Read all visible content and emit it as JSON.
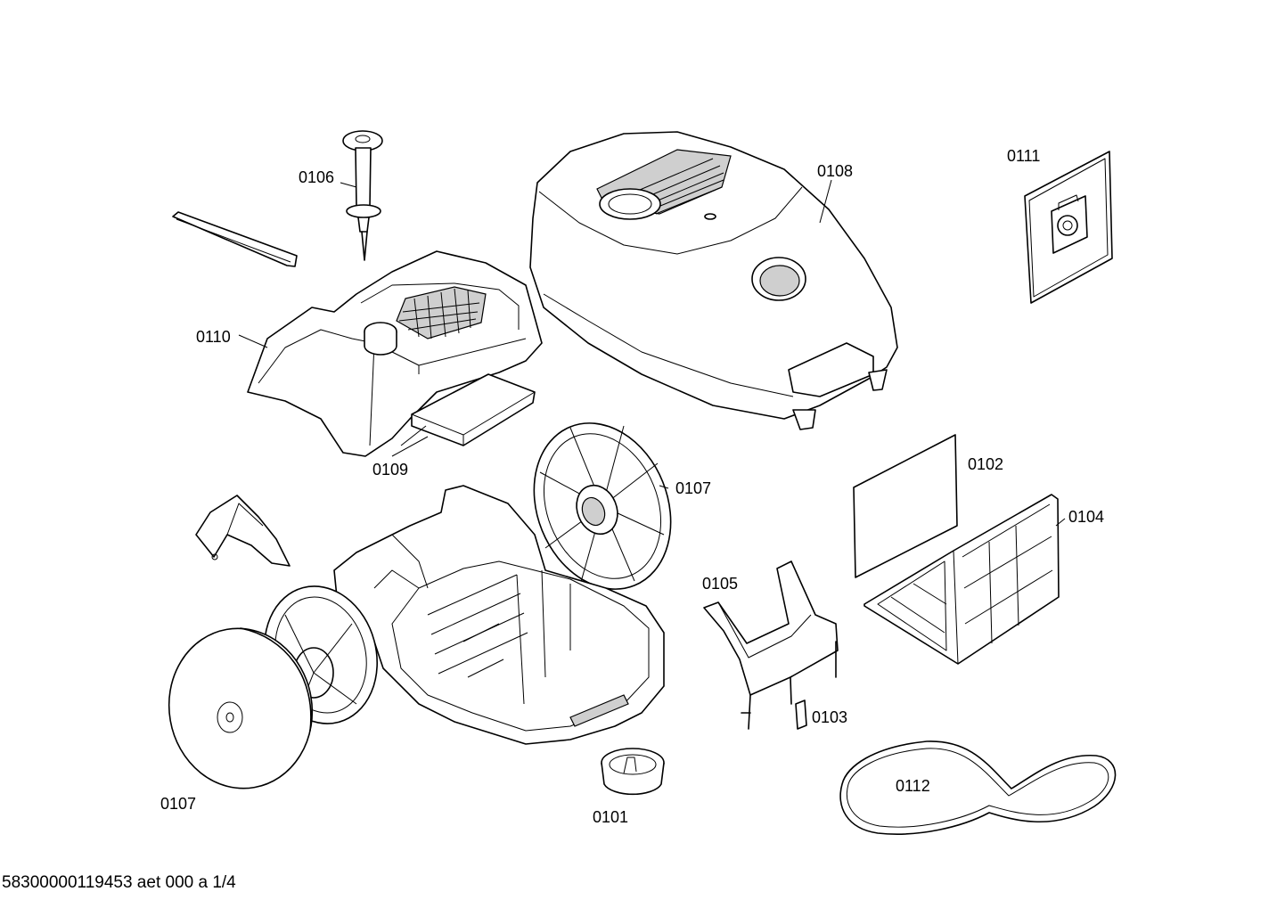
{
  "parts": [
    {
      "id": "0101",
      "label": "0101"
    },
    {
      "id": "0102",
      "label": "0102"
    },
    {
      "id": "0103",
      "label": "0103"
    },
    {
      "id": "0104",
      "label": "0104"
    },
    {
      "id": "0105",
      "label": "0105"
    },
    {
      "id": "0106",
      "label": "0106"
    },
    {
      "id": "0107a",
      "label": "0107"
    },
    {
      "id": "0107b",
      "label": "0107"
    },
    {
      "id": "0108",
      "label": "0108"
    },
    {
      "id": "0109",
      "label": "0109"
    },
    {
      "id": "0110",
      "label": "0110"
    },
    {
      "id": "0111",
      "label": "0111"
    },
    {
      "id": "0112",
      "label": "0112"
    }
  ],
  "footer": "58300000119453 aet 000 a 1/4"
}
